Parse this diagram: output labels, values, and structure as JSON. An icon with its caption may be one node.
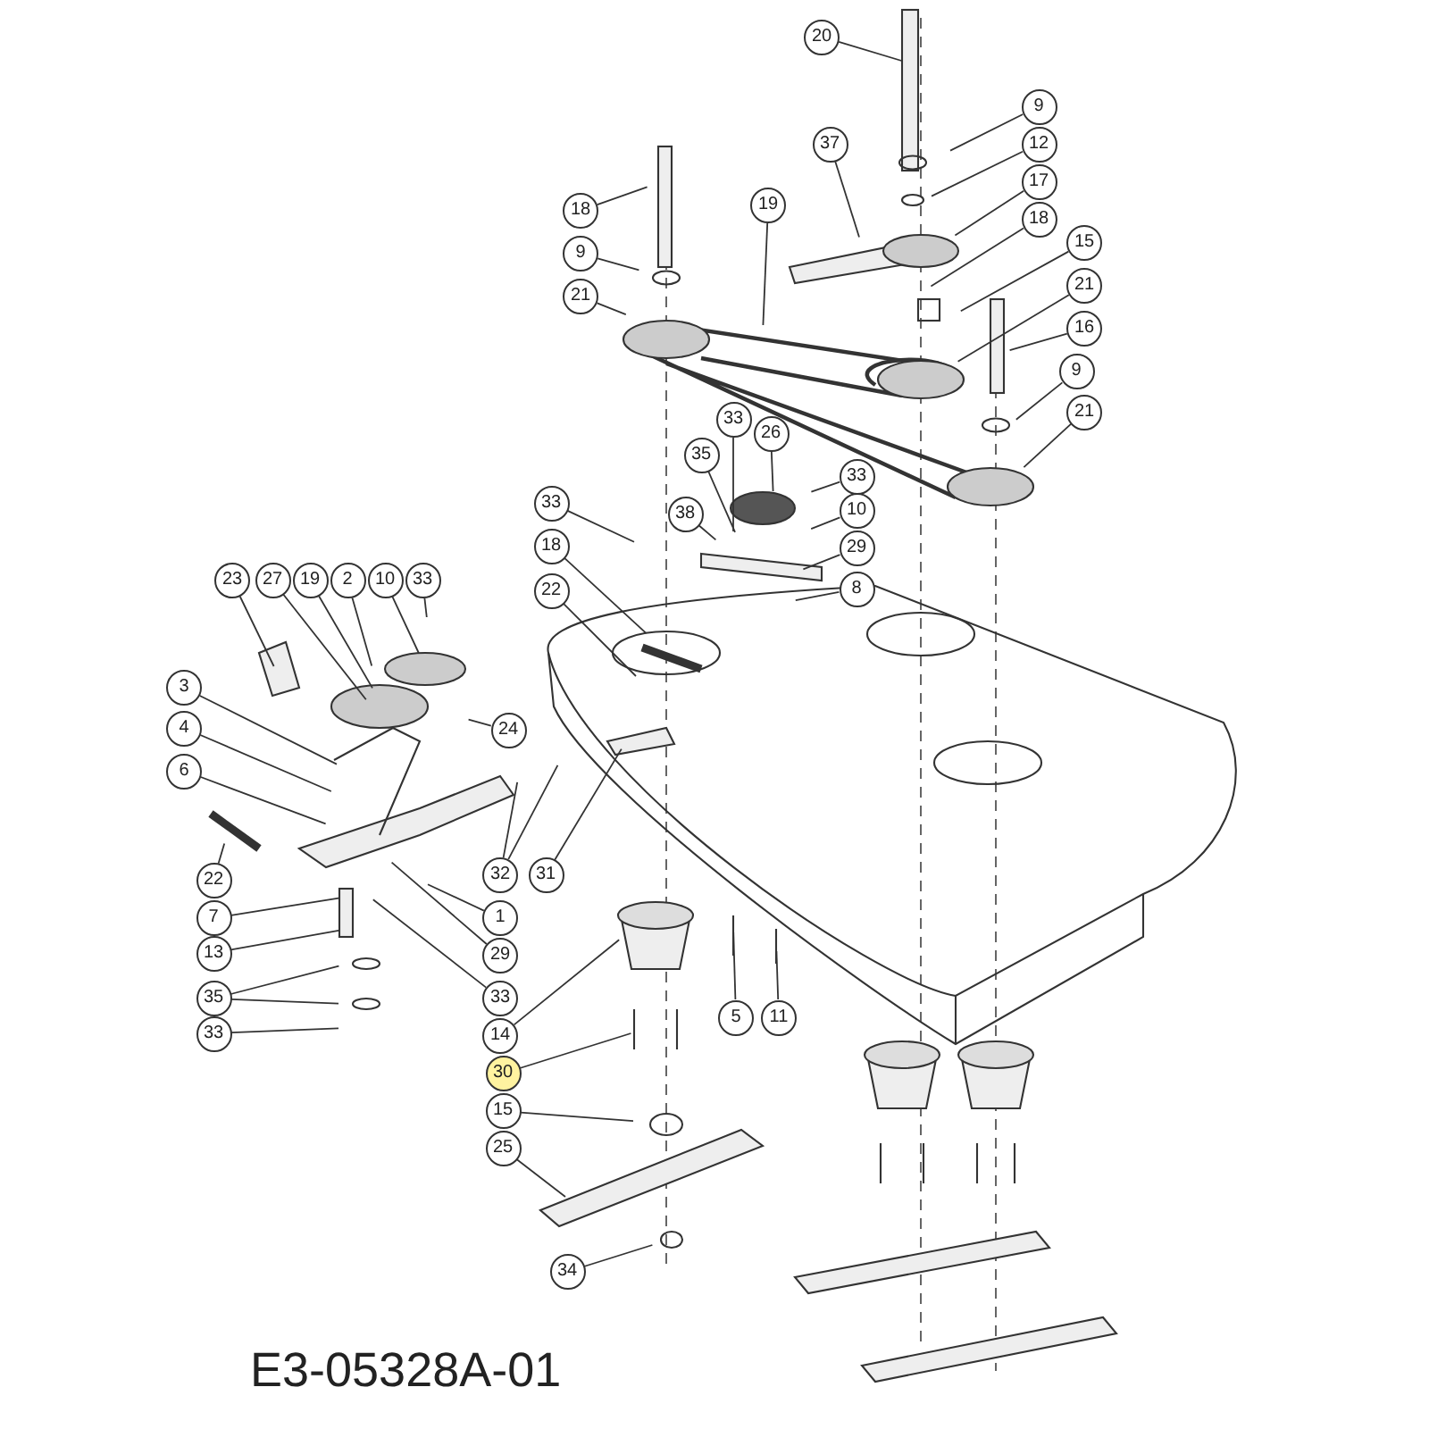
{
  "diagram": {
    "nodes": [
      {
        "text": [
          "20"
        ]
      },
      {
        "text": [
          "9"
        ]
      },
      {
        "text": [
          "12"
        ]
      },
      {
        "text": [
          "37"
        ]
      },
      {
        "text": [
          "17"
        ]
      },
      {
        "text": [
          "18"
        ]
      },
      {
        "text": [
          "15"
        ]
      },
      {
        "text": [
          "19"
        ]
      },
      {
        "text": [
          "18"
        ]
      },
      {
        "text": [
          "9"
        ]
      },
      {
        "text": [
          "21"
        ]
      },
      {
        "text": [
          "21"
        ]
      },
      {
        "text": [
          "16"
        ]
      },
      {
        "text": [
          "9"
        ]
      },
      {
        "text": [
          "21"
        ]
      },
      {
        "text": [
          "33"
        ]
      },
      {
        "text": [
          "26"
        ]
      },
      {
        "text": [
          "35"
        ]
      },
      {
        "text": [
          "33"
        ]
      },
      {
        "text": [
          "33"
        ]
      },
      {
        "text": [
          "38"
        ]
      },
      {
        "text": [
          "10"
        ]
      },
      {
        "text": [
          "18"
        ]
      },
      {
        "text": [
          "29"
        ]
      },
      {
        "text": [
          "23"
        ]
      },
      {
        "text": [
          "27"
        ]
      },
      {
        "text": [
          "19"
        ]
      },
      {
        "text": [
          "2"
        ]
      },
      {
        "text": [
          "10"
        ]
      },
      {
        "text": [
          "33"
        ]
      },
      {
        "text": [
          "8"
        ]
      },
      {
        "text": [
          "22"
        ]
      },
      {
        "text": [
          "3"
        ]
      },
      {
        "text": [
          "24"
        ]
      },
      {
        "text": [
          "4"
        ]
      },
      {
        "text": [
          "6"
        ]
      },
      {
        "text": [
          "32"
        ]
      },
      {
        "text": [
          "31"
        ]
      },
      {
        "text": [
          "22"
        ]
      },
      {
        "text": [
          "7"
        ]
      },
      {
        "text": [
          "1"
        ]
      },
      {
        "text": [
          "13"
        ]
      },
      {
        "text": [
          "29"
        ]
      },
      {
        "text": [
          "35"
        ]
      },
      {
        "text": [
          "33"
        ]
      },
      {
        "text": [
          "5"
        ]
      },
      {
        "text": [
          "11"
        ]
      },
      {
        "text": [
          "33"
        ]
      },
      {
        "text": [
          "14"
        ]
      },
      {
        "text": [
          "30"
        ]
      },
      {
        "text": [
          "15"
        ]
      },
      {
        "text": [
          "25"
        ]
      },
      {
        "text": [
          "34"
        ]
      }
    ],
    "edges": [
      {
        "from": 0,
        "to": null,
        "arrow": "none"
      },
      {
        "from": 1,
        "to": null,
        "arrow": "none"
      },
      {
        "from": 2,
        "to": null,
        "arrow": "none"
      },
      {
        "from": 3,
        "to": null,
        "arrow": "none"
      },
      {
        "from": 4,
        "to": null,
        "arrow": "none"
      },
      {
        "from": 5,
        "to": null,
        "arrow": "none"
      },
      {
        "from": 6,
        "to": null,
        "arrow": "none"
      },
      {
        "from": 7,
        "to": null,
        "arrow": "none"
      },
      {
        "from": 8,
        "to": null,
        "arrow": "none"
      },
      {
        "from": 9,
        "to": null,
        "arrow": "none"
      },
      {
        "from": 10,
        "to": null,
        "arrow": "none"
      },
      {
        "from": 11,
        "to": null,
        "arrow": "none"
      },
      {
        "from": 12,
        "to": null,
        "arrow": "none"
      },
      {
        "from": 13,
        "to": null,
        "arrow": "none"
      },
      {
        "from": 14,
        "to": null,
        "arrow": "none"
      },
      {
        "from": 15,
        "to": null,
        "arrow": "none"
      },
      {
        "from": 16,
        "to": null,
        "arrow": "none"
      },
      {
        "from": 17,
        "to": null,
        "arrow": "none"
      },
      {
        "from": 18,
        "to": null,
        "arrow": "none"
      },
      {
        "from": 19,
        "to": null,
        "arrow": "none"
      },
      {
        "from": 20,
        "to": null,
        "arrow": "none"
      },
      {
        "from": 21,
        "to": null,
        "arrow": "none"
      },
      {
        "from": 22,
        "to": null,
        "arrow": "none"
      },
      {
        "from": 23,
        "to": null,
        "arrow": "none"
      },
      {
        "from": 24,
        "to": null,
        "arrow": "none"
      },
      {
        "from": 25,
        "to": null,
        "arrow": "none"
      },
      {
        "from": 26,
        "to": null,
        "arrow": "none"
      },
      {
        "from": 27,
        "to": null,
        "arrow": "none"
      },
      {
        "from": 28,
        "to": null,
        "arrow": "none"
      },
      {
        "from": 29,
        "to": null,
        "arrow": "none"
      },
      {
        "from": 30,
        "to": null,
        "arrow": "none"
      },
      {
        "from": 31,
        "to": null,
        "arrow": "none"
      },
      {
        "from": 32,
        "to": null,
        "arrow": "none"
      },
      {
        "from": 33,
        "to": null,
        "arrow": "none"
      },
      {
        "from": 34,
        "to": null,
        "arrow": "none"
      },
      {
        "from": 35,
        "to": null,
        "arrow": "none"
      },
      {
        "from": 36,
        "to": null,
        "arrow": "none"
      },
      {
        "from": 36,
        "to": null,
        "arrow": "none"
      },
      {
        "from": 37,
        "to": null,
        "arrow": "none"
      },
      {
        "from": 38,
        "to": null,
        "arrow": "none"
      },
      {
        "from": 39,
        "to": null,
        "arrow": "none"
      },
      {
        "from": 40,
        "to": null,
        "arrow": "none"
      },
      {
        "from": 41,
        "to": null,
        "arrow": "none"
      },
      {
        "from": 42,
        "to": null,
        "arrow": "none"
      },
      {
        "from": 43,
        "to": null,
        "arrow": "none"
      },
      {
        "from": 43,
        "to": null,
        "arrow": "none"
      },
      {
        "from": 44,
        "to": null,
        "arrow": "none"
      },
      {
        "from": 45,
        "to": null,
        "arrow": "none"
      },
      {
        "from": 46,
        "to": null,
        "arrow": "none"
      },
      {
        "from": 47,
        "to": null,
        "arrow": "none"
      },
      {
        "from": 48,
        "to": null,
        "arrow": "none"
      },
      {
        "from": 49,
        "to": null,
        "arrow": "none"
      },
      {
        "from": 50,
        "to": null,
        "arrow": "none"
      },
      {
        "from": 51,
        "to": null,
        "arrow": "none"
      },
      {
        "from": 52,
        "to": null,
        "arrow": "none"
      }
    ],
    "labels": [
      "E3-05328A-01"
    ]
  }
}
